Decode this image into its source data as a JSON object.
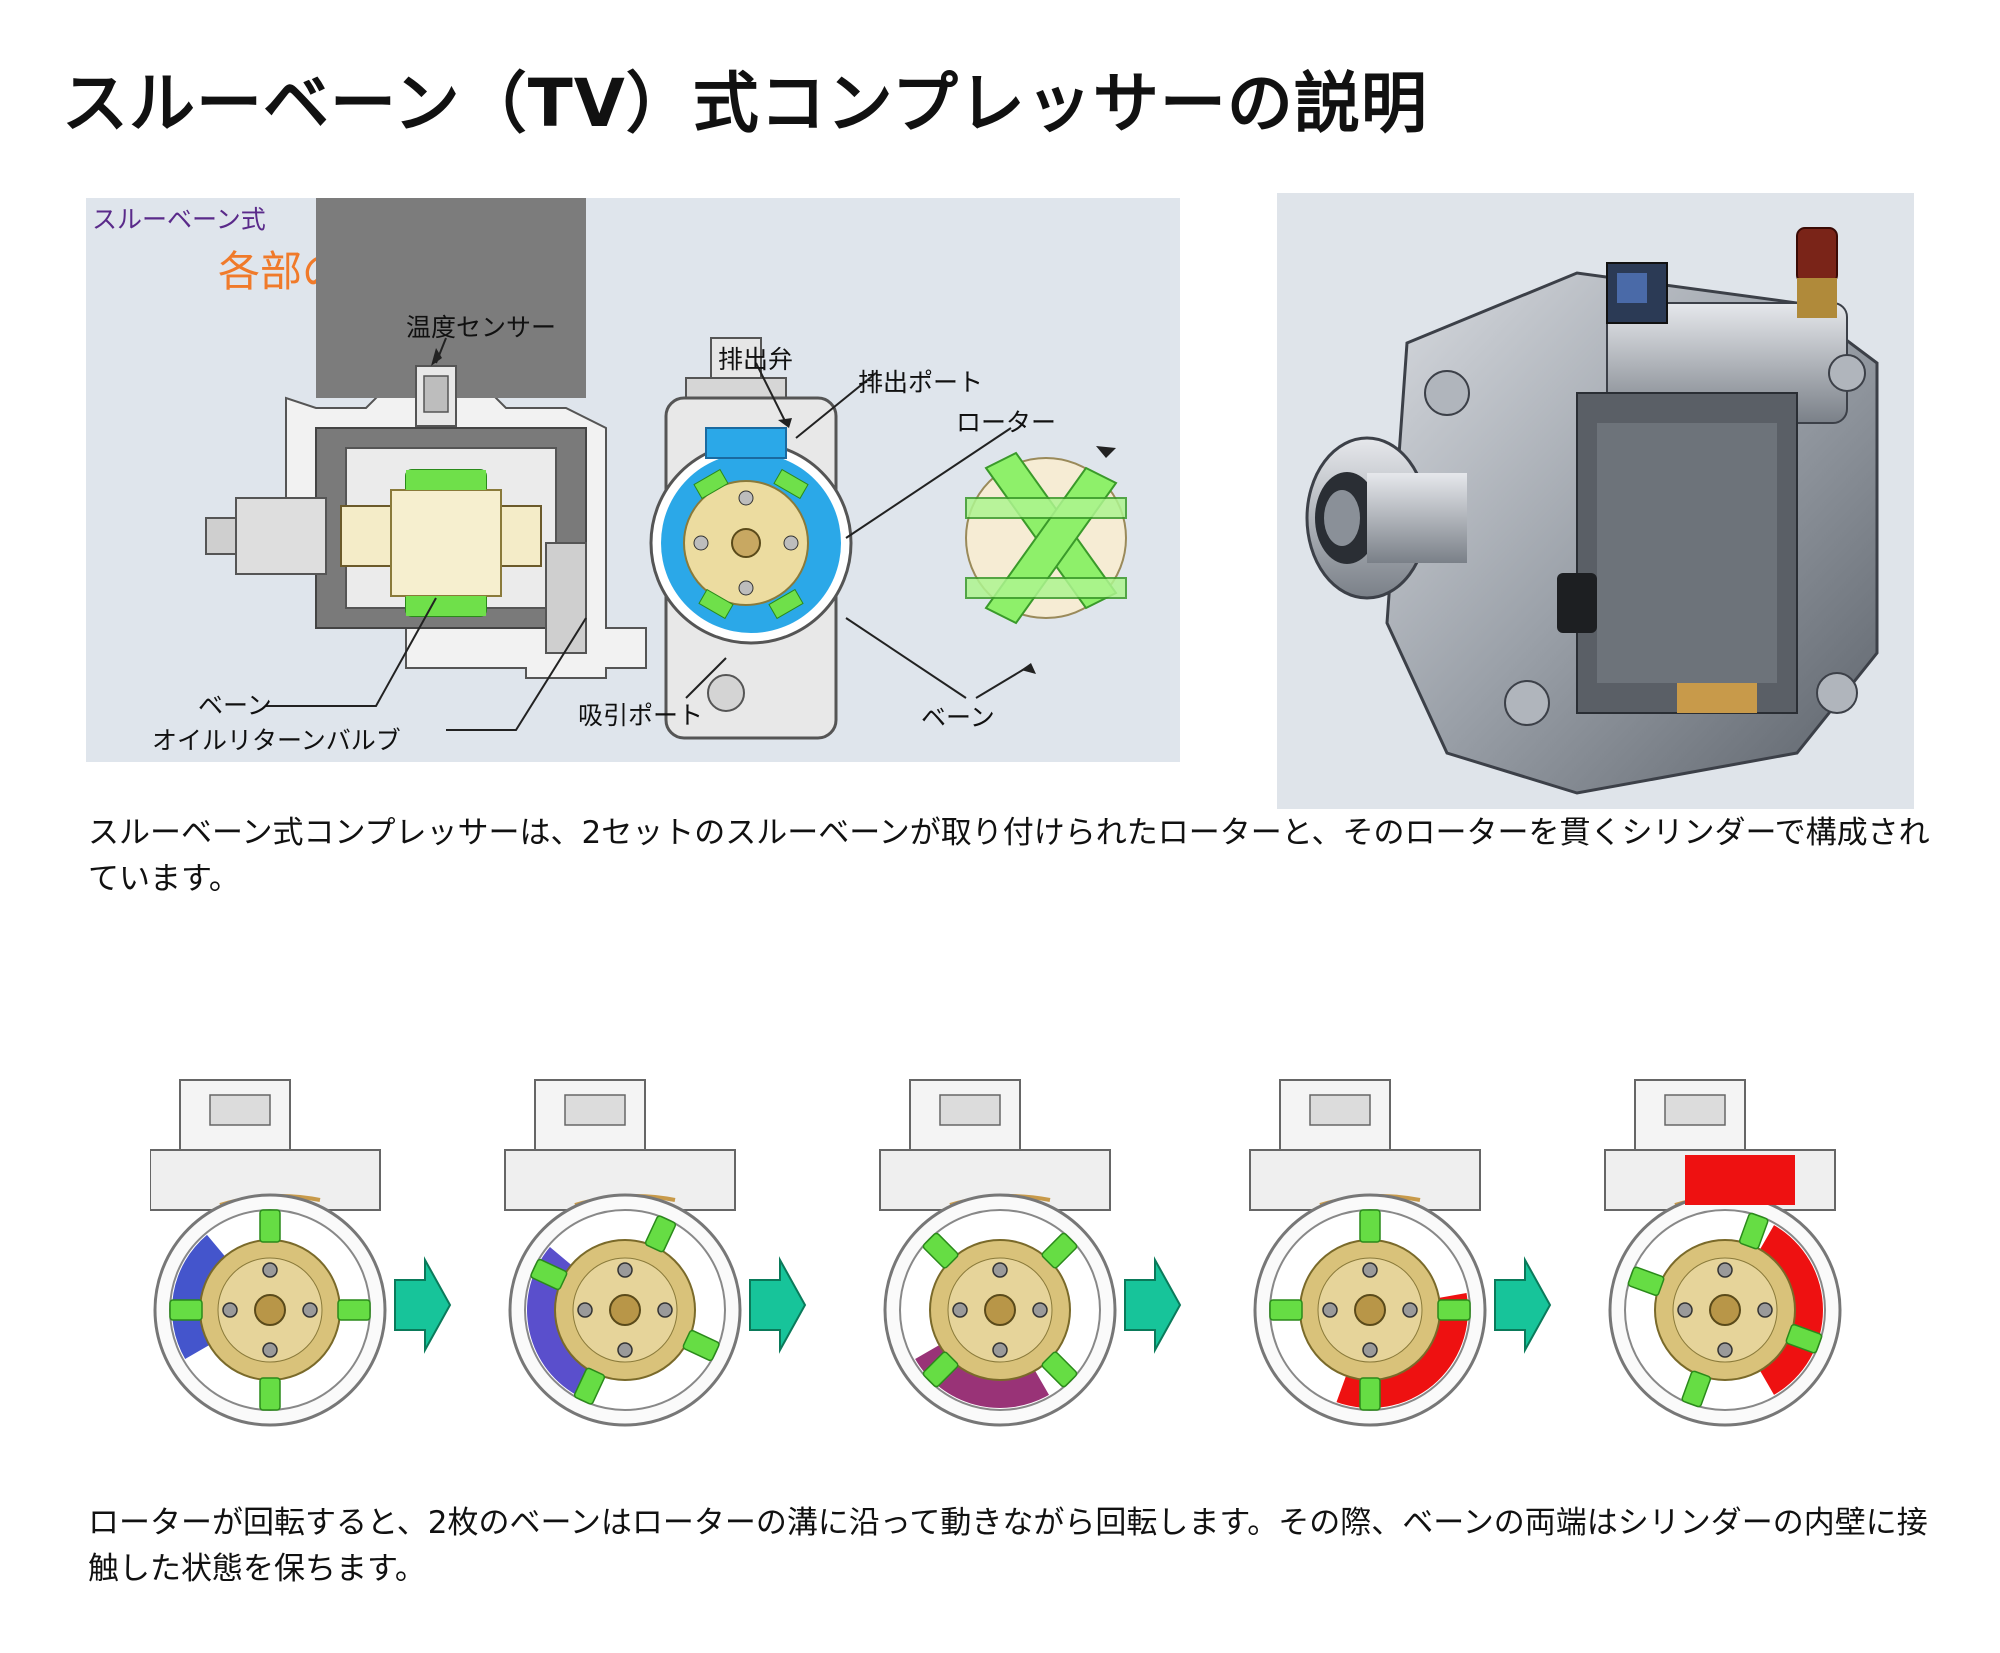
{
  "title": "スルーベーン（TV）式コンプレッサーの説明",
  "diagram": {
    "subtitle": "スルーベーン式",
    "heading": "各部の名称",
    "labels": {
      "temp_sensor": "温度センサー",
      "discharge_valve": "排出弁",
      "discharge_port": "排出ポート",
      "rotor": "ローター",
      "vane_left": "ベーン",
      "oil_return_valve": "オイルリターンバルブ",
      "suction_port": "吸引ポート",
      "vane_right": "ベーン"
    }
  },
  "paragraphs": {
    "intro": "スルーベーン式コンプレッサーは、2セットのスルーベーンが取り付けられたローターと、そのローターを貫くシリンダーで構成されています。",
    "operation": "ローターが回転すると、2枚のベーンはローターの溝に沿って動きながら回転します。その際、ベーンの両端はシリンダーの内壁に接触した状態を保ちます。"
  },
  "colors": {
    "vane": "#66dd44",
    "rotor": "#d9c27a",
    "suction_blue": "#4455cc",
    "compress_purple": "#5a4fcc",
    "compress_magenta": "#993377",
    "discharge_red": "#ee1111",
    "arrow": "#17c49a",
    "heading_orange": "#f07a2a"
  },
  "sequence": {
    "stage_fills": [
      "#4455cc",
      "#5a4fcc",
      "#993377",
      "#ee1111",
      "#ee1111"
    ]
  }
}
